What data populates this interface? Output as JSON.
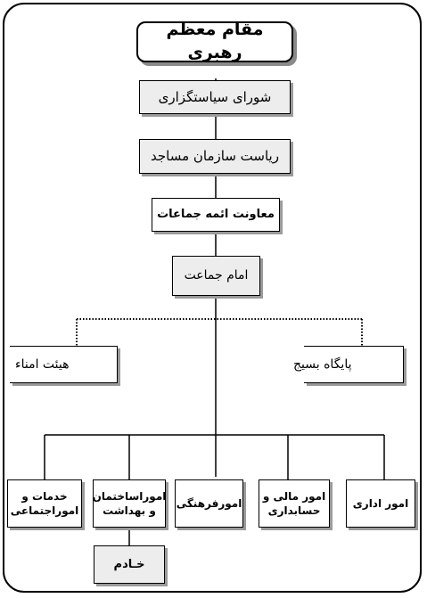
{
  "nodes": {
    "supreme_leader": "مقام معظم رهبری",
    "policy_council": "شورای سیاستگزاری",
    "mosque_org_head": "ریاست سازمان مساجد",
    "imams_deputy": "معاونت ائمه جماعات",
    "imam_jamaat": "امام جماعت",
    "board_trustees": "هیئت امناء",
    "basij_base": "پایگاه بسیج",
    "services_social_line1": "خدمات و",
    "services_social_line2": "اموراجتماعی",
    "construction_hygiene_line1": "اموراساختمان",
    "construction_hygiene_line2": "و بهداشت",
    "cultural_affairs": "امورفرهنگی",
    "financial_line1": "امور مالی و",
    "financial_line2": "حسابداری",
    "admin_affairs": "امور اداری",
    "servant": "خـادم"
  }
}
